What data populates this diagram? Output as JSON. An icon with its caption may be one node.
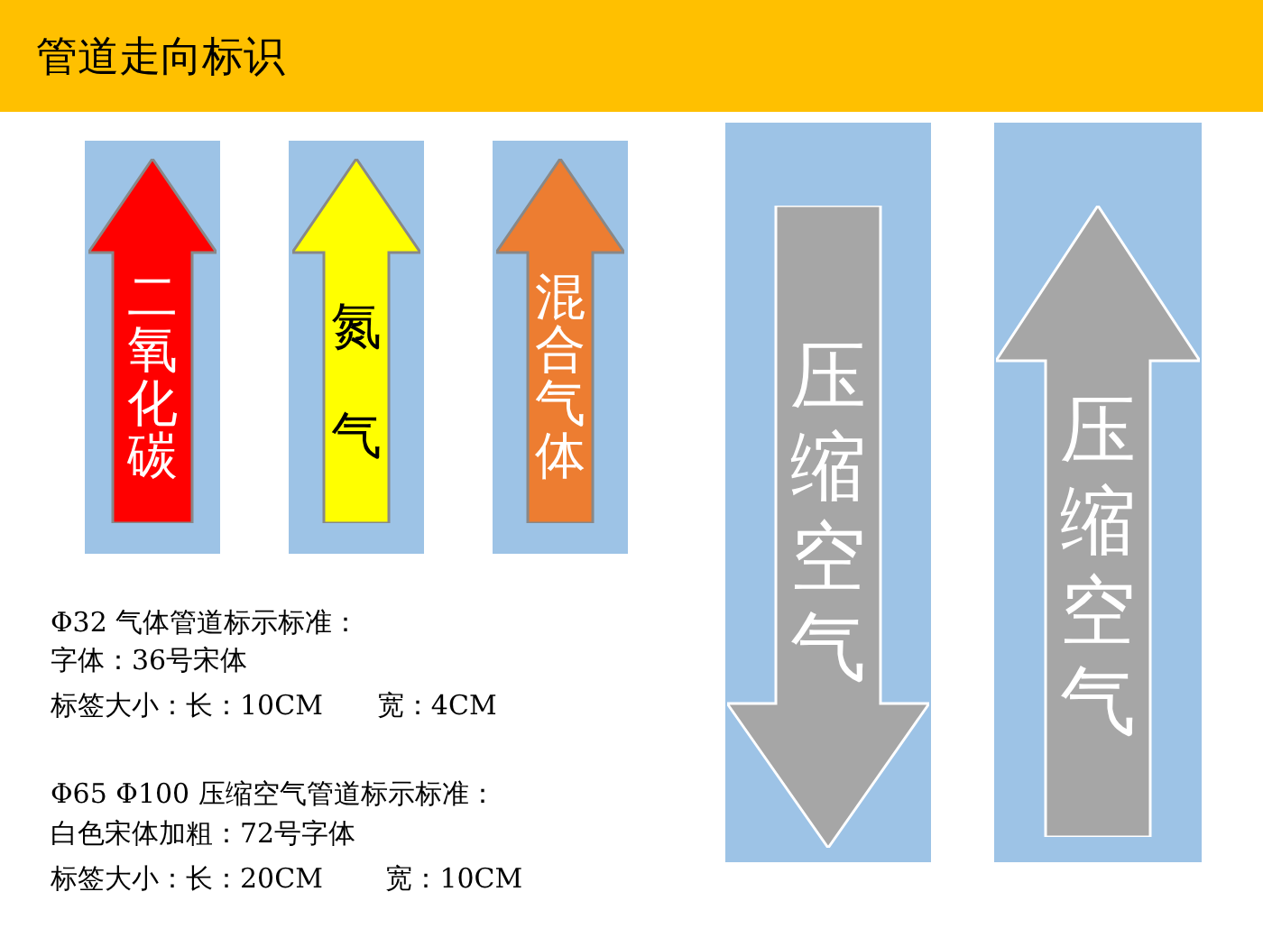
{
  "diagram": {
    "title": "管道走向标识",
    "nodes": [
      {
        "text": [],
        "shape": "box"
      },
      {
        "text": [
          "二氧化碳"
        ],
        "in": 0
      },
      {
        "text": [],
        "shape": "box"
      },
      {
        "text": [
          "氮气"
        ],
        "in": 2
      },
      {
        "text": [],
        "shape": "box"
      },
      {
        "text": [
          "混合气体"
        ],
        "in": 4
      },
      {
        "text": [],
        "shape": "box"
      },
      {
        "text": [
          "压缩空气"
        ],
        "in": 6
      },
      {
        "text": [],
        "shape": "box"
      },
      {
        "text": [
          "压缩空气"
        ],
        "in": 8
      }
    ],
    "edges": [],
    "labels": [
      "Φ32 气体管道标示标准：",
      "字体：36号宋体",
      "标签大小：长：10CM　　宽：4CM",
      "Φ65 Φ100 压缩空气管道标示标准：",
      "白色宋体加粗：72号字体",
      "标签大小：长：20CM　　 宽：10CM"
    ]
  }
}
